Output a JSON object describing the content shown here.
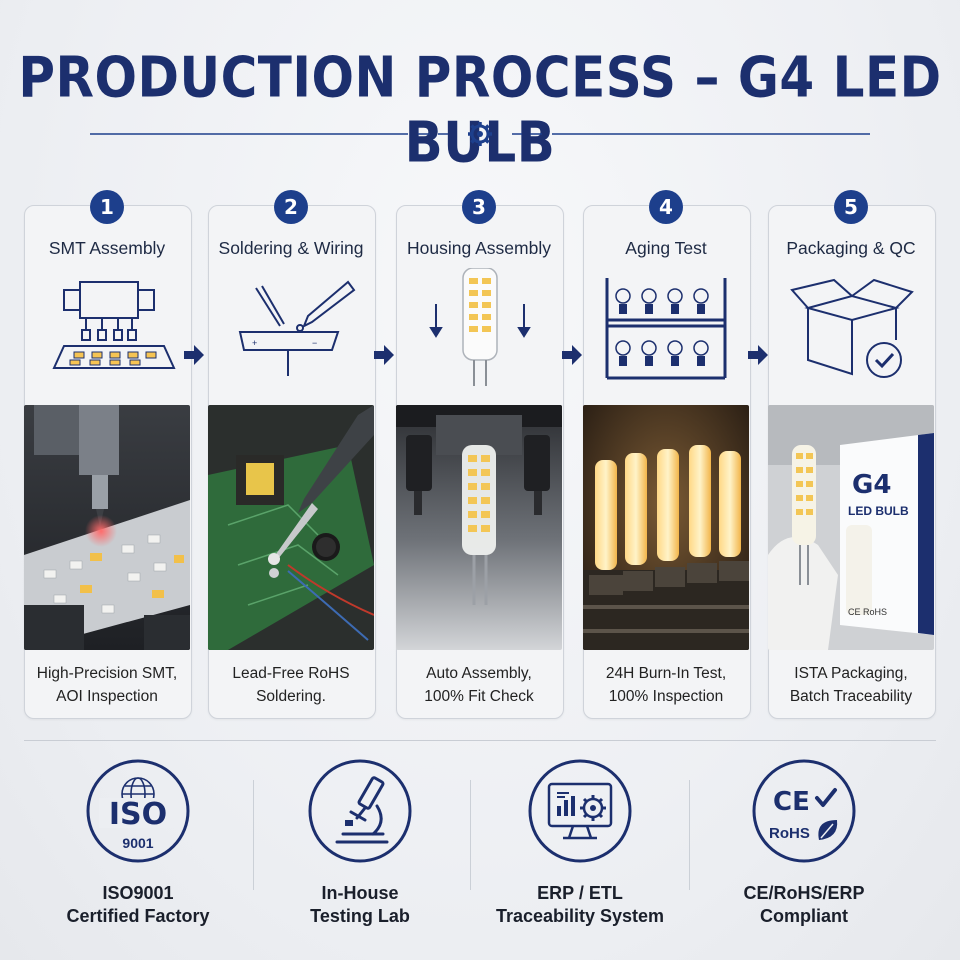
{
  "header": {
    "title": "PRODUCTION PROCESS – G4 LED BULB"
  },
  "steps": [
    {
      "number": "1",
      "title": "SMT Assembly",
      "caption_line1": "High-Precision SMT,",
      "caption_line2": "AOI Inspection"
    },
    {
      "number": "2",
      "title": "Soldering & Wiring",
      "caption_line1": "Lead-Free RoHS",
      "caption_line2": "Soldering."
    },
    {
      "number": "3",
      "title": "Housing Assembly",
      "caption_line1": "Auto Assembly,",
      "caption_line2": "100% Fit Check"
    },
    {
      "number": "4",
      "title": "Aging Test",
      "caption_line1": "24H Burn-In Test,",
      "caption_line2": "100% Inspection"
    },
    {
      "number": "5",
      "title": "Packaging & QC",
      "caption_line1": "ISTA Packaging,",
      "caption_line2": "Batch Traceability"
    }
  ],
  "package": {
    "model": "G4",
    "label": "LED BULB",
    "marks": "CE RoHS"
  },
  "certifications": [
    {
      "badge_top": "ISO",
      "badge_bottom": "9001",
      "line1": "ISO9001",
      "line2": "Certified Factory",
      "icon": "iso-globe-icon"
    },
    {
      "line1": "In-House",
      "line2": "Testing Lab",
      "icon": "microscope-icon"
    },
    {
      "line1": "ERP / ETL",
      "line2": "Traceability System",
      "icon": "monitor-chart-gear-icon"
    },
    {
      "badge_top": "CE",
      "badge_bottom": "RoHS",
      "line1": "CE/RoHS/ERP",
      "line2": "Compliant",
      "icon": "ce-rohs-leaf-icon"
    }
  ],
  "colors": {
    "navy": "#1c2f6e",
    "accent": "#1d3f8c",
    "warm_led": "#f6c453"
  }
}
